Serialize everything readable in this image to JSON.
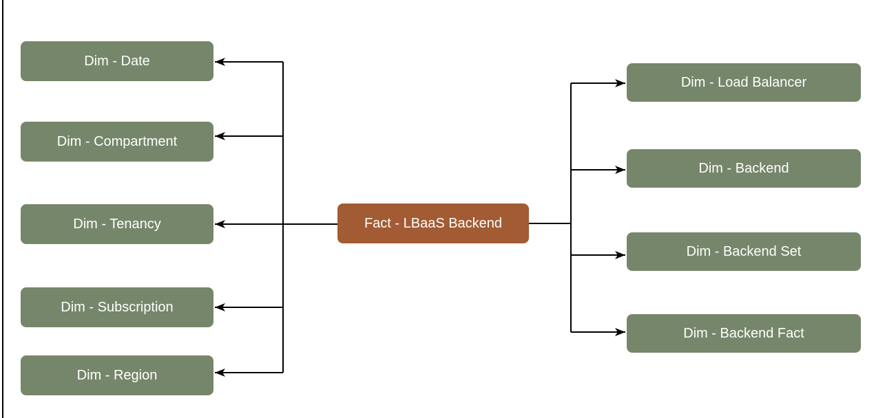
{
  "diagram": {
    "fact": {
      "label": "Fact - LBaaS Backend"
    },
    "left_dimensions": [
      {
        "label": "Dim - Date"
      },
      {
        "label": "Dim - Compartment"
      },
      {
        "label": "Dim - Tenancy"
      },
      {
        "label": "Dim - Subscription"
      },
      {
        "label": "Dim - Region"
      }
    ],
    "right_dimensions": [
      {
        "label": "Dim - Load Balancer"
      },
      {
        "label": "Dim - Backend"
      },
      {
        "label": "Dim - Backend Set"
      },
      {
        "label": "Dim - Backend Fact"
      }
    ],
    "colors": {
      "dimension_fill": "#76866A",
      "fact_fill": "#A25B33",
      "connector": "#000000",
      "label_text": "#FFFFFF",
      "background": "#FFFFFF"
    }
  }
}
